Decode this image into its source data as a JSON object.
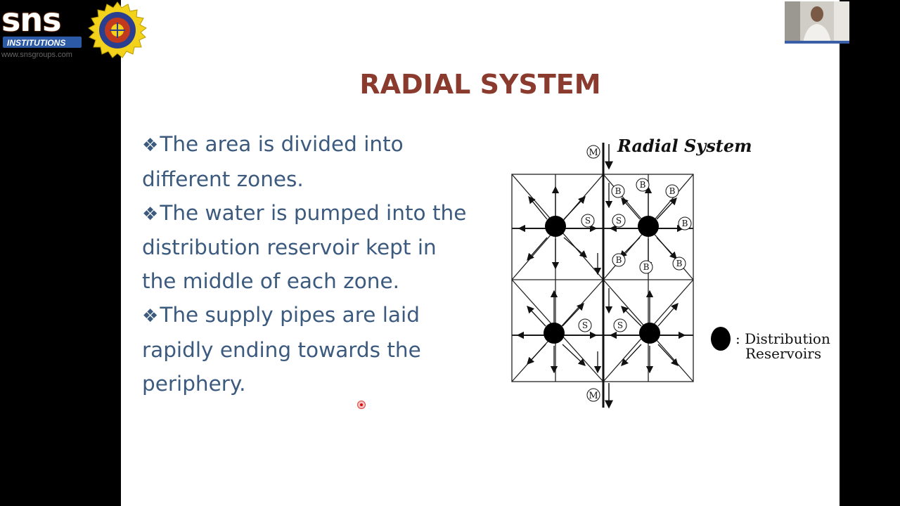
{
  "header": {
    "logo_text": "sns",
    "logo_subtitle": "INSTITUTIONS",
    "website": "www.snsgroups.com"
  },
  "slide": {
    "title": "RADIAL SYSTEM",
    "bullets": [
      "The area is divided into different zones.",
      "The water is pumped into the distribution reservoir kept in the middle of each zone.",
      "The supply pipes are laid rapidly ending towards the periphery."
    ],
    "bullet_symbol": "❖"
  },
  "diagram": {
    "title": "Radial System",
    "main_marker": "M",
    "sub_marker": "S",
    "branch_marker": "B",
    "legend_line1": ": Distribution",
    "legend_line2": "Reservoirs"
  },
  "colors": {
    "title": "#8b3a2e",
    "body_text": "#3b5a7e",
    "background_outer": "#000000",
    "slide_background": "#ffffff"
  }
}
